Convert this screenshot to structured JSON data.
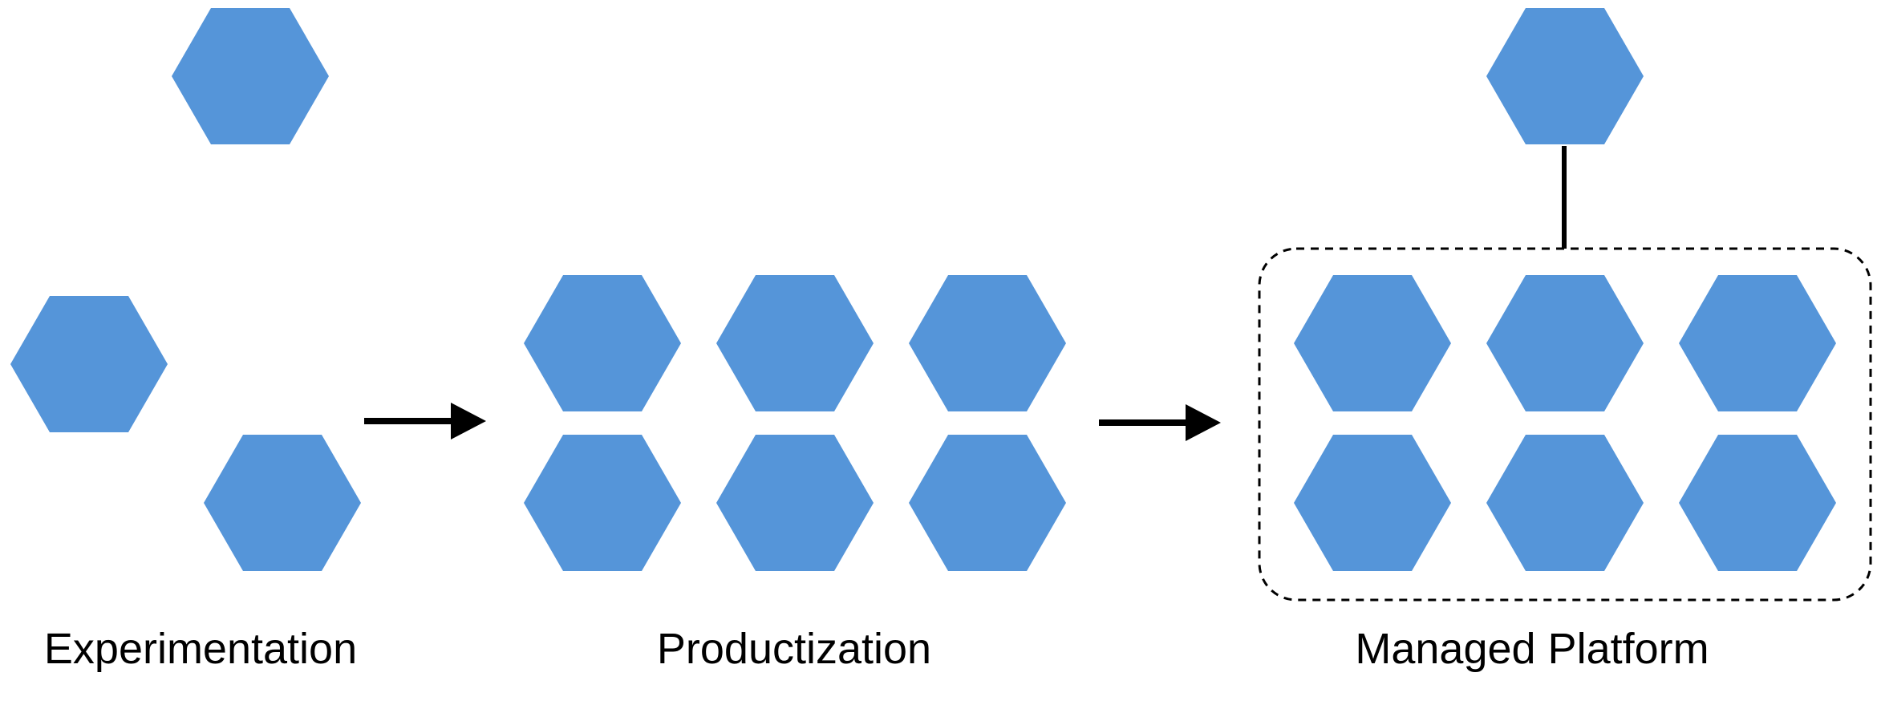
{
  "colors": {
    "hexagon_fill": "#5595D9",
    "line": "#000000",
    "background": "#ffffff"
  },
  "stages": [
    {
      "id": "experimentation",
      "label": "Experimentation",
      "icon": "scattered-hexagons"
    },
    {
      "id": "productization",
      "label": "Productization",
      "icon": "hexagon-grid"
    },
    {
      "id": "managed-platform",
      "label": "Managed Platform",
      "icon": "hexagon-grid-with-shared-hub"
    }
  ],
  "edges": [
    {
      "from": "experimentation",
      "to": "productization",
      "style": "arrow"
    },
    {
      "from": "productization",
      "to": "managed-platform",
      "style": "arrow"
    }
  ],
  "group": {
    "stage": "managed-platform",
    "border": "dashed",
    "corners": "rounded"
  }
}
